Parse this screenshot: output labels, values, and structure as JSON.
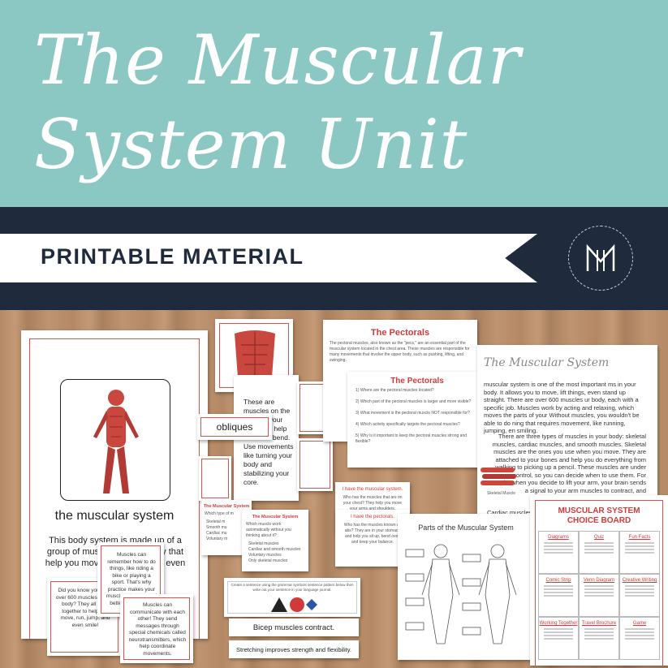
{
  "header": {
    "title": "The Muscular System Unit",
    "banner": "PRINTABLE MATERIAL"
  },
  "colors": {
    "teal": "#8cc8c3",
    "navy": "#1f2a3c",
    "accent_red": "#d23a3a",
    "wood": "#b58a66"
  },
  "poster": {
    "title": "the muscular system",
    "text": "This body system is made up of a group of muscles in your body that help you move, lift things, and even"
  },
  "abs_card": {
    "text": "These are muscles on the sides of your body that help twist and bend. Use movements like turning your body and stabilizing your core."
  },
  "obliques_label": "obliques",
  "pectorals_sheet": {
    "title": "The Pectorals",
    "text": "The pectoral muscles, also known as the \"pecs,\" are an essential part of the muscular system located in the chest area. These muscles are responsible for many movements that involve the upper body, such as pushing, lifting, and swinging."
  },
  "pectorals_quiz": {
    "title": "The Pectorals",
    "questions": [
      "1) Where are the pectoral muscles located?",
      "2) Which part of the pectoral muscles is larger and more visible?",
      "3) What movement is the pectoral muscle NOT responsible for?",
      "4) Which activity specifically targets the pectoral muscles?",
      "5) Why is it important to keep the pectoral muscles strong and flexible?"
    ]
  },
  "reading_page": {
    "title": "The Muscular System",
    "para1": "muscular system is one of the most important ms in your body. It allows you to move, lift things, even stand up straight. There are over 600 muscles ur body, each with a specific job. Muscles work by acting and relaxing, which moves the parts of your Without muscles, you wouldn't be able to do ning that requires movement, like running, jumping, en smiling.",
    "para2": "There are three types of muscles in your body: skeletal muscles, cardiac muscles, and smooth muscles. Skeletal muscles are the ones you use when you move. They are attached to your bones and help you do everything from walking to picking up a pencil. These muscles are under your control, so you can decide when to use them. For example, when you decide to lift your arm, your brain sends a signal to your arm muscles to contract, and",
    "caption": "Skeletal Muscle",
    "footer": "Cardiac muscles are fo"
  },
  "type_quiz_back": {
    "title": "The Muscular System",
    "question": "Which type of m",
    "options": [
      "Skeletal m",
      "Smooth mu",
      "Cardiac mu",
      "Voluntary m"
    ]
  },
  "type_quiz_front": {
    "title": "The Muscular System",
    "question": "Which muscle work automatically without you thinking about it?",
    "options": [
      "Skeletal muscles",
      "Cardiac and smooth muscles",
      "Voluntary muscles",
      "Only skeletal muscles"
    ]
  },
  "i_have_1": {
    "heading": "I have the muscular system.",
    "text": "Who has the muscles that are on your chest? They help you move your arms and shoulders."
  },
  "i_have_2": {
    "heading": "I have the pectorals.",
    "text": "Who has the muscles known as abs? They are in your stomach and help you sit up, bend over, and keep your balance."
  },
  "parts_sheet": {
    "title": "Parts of the Muscular System"
  },
  "choice_board": {
    "title": "MUSCULAR SYSTEM CHOICE BOARD",
    "cells": [
      "Diagrams",
      "Quiz",
      "Fun Facts",
      "Comic Strip",
      "Venn Diagram",
      "Creative Writing",
      "Working Together",
      "Travel Brochure",
      "Game"
    ]
  },
  "did_you_know": {
    "text": "Did you know you have over 600 muscles in your body? They all work together to help you move, run, jump, and even smile!"
  },
  "fact_card_1": {
    "text": "Muscles can remember how to do things, like riding a bike or playing a sport. That's why practice makes your muscles stronger and better at what they do."
  },
  "fact_card_2": {
    "text": "Muscles can communicate with each other! They send messages through special chemicals called neurotransmitters, which help coordinate movements."
  },
  "sentence_card": {
    "instruction": "Create a sentence using the grammar symbols sentence pattern below then write out your sentence in your language journal."
  },
  "sentence_strips": [
    "Bicep muscles contract.",
    "Stretching improves strength and flexibility."
  ]
}
